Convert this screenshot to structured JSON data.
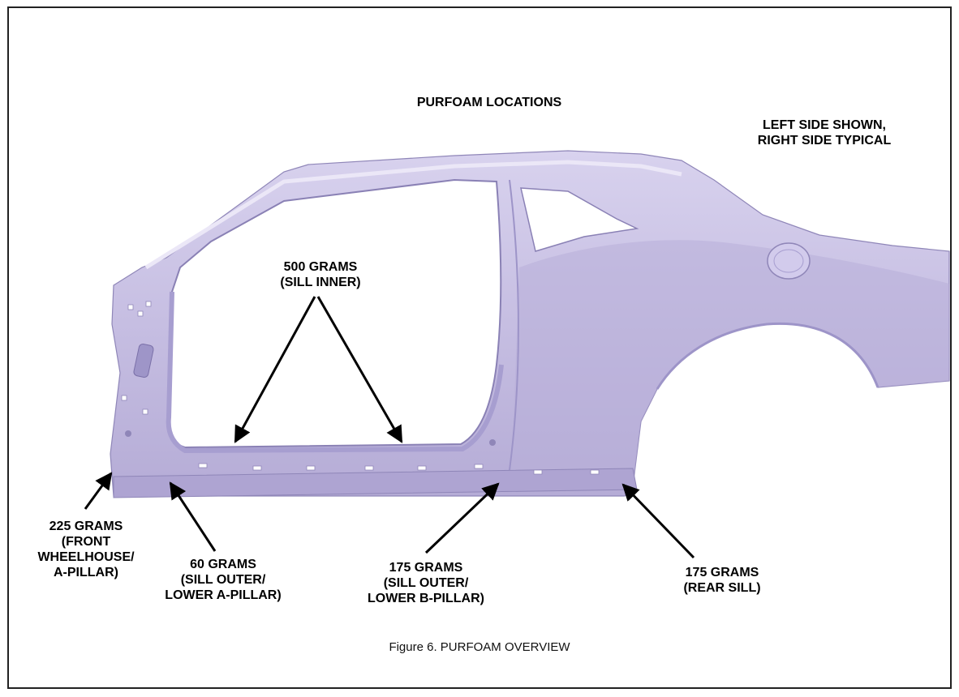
{
  "figure": {
    "title": "PURFOAM LOCATIONS",
    "note": [
      "LEFT SIDE SHOWN,",
      "RIGHT SIDE TYPICAL"
    ],
    "caption": "Figure 6.  PURFOAM OVERVIEW"
  },
  "callouts": {
    "sill_inner": [
      "500 GRAMS",
      "(SILL INNER)"
    ],
    "front_wheelhouse": [
      "225 GRAMS",
      "(FRONT",
      "WHEELHOUSE/",
      "A-PILLAR)"
    ],
    "sill_outer_a": [
      "60 GRAMS",
      "(SILL OUTER/",
      "LOWER A-PILLAR)"
    ],
    "sill_outer_b": [
      "175 GRAMS",
      "(SILL OUTER/",
      "LOWER B-PILLAR)"
    ],
    "rear_sill": [
      "175 GRAMS",
      "(REAR SILL)"
    ]
  },
  "colors": {
    "panel": "#c9c1e4",
    "panel_shade": "#b3a9d6",
    "panel_highlight": "#ddd7f0",
    "ink": "#000000"
  }
}
